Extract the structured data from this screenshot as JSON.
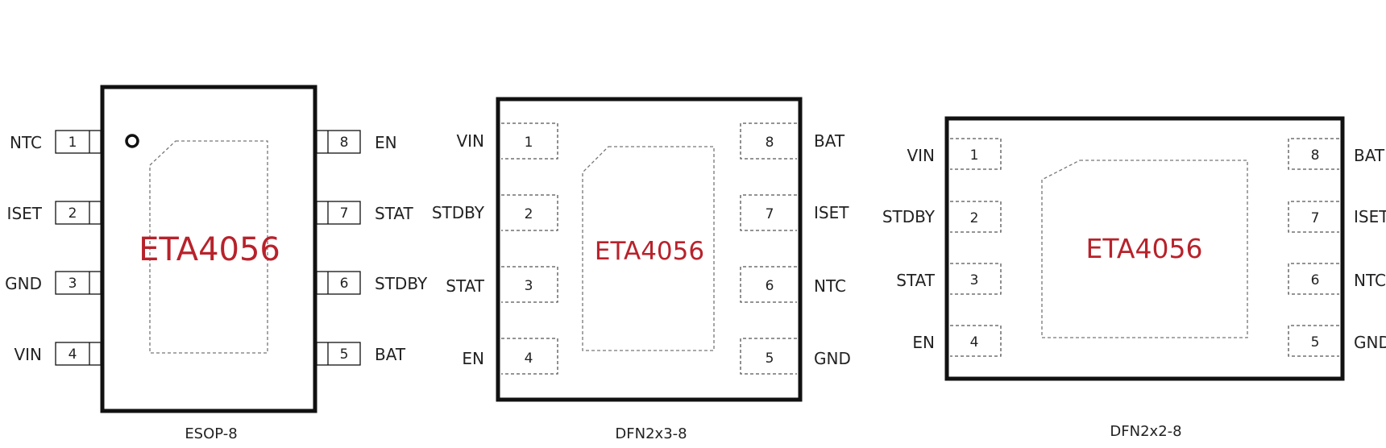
{
  "chip_name": "ETA4056",
  "colors": {
    "chip_name": "#b8222b",
    "outline": "#111111",
    "dashed": "#777777"
  },
  "packages": [
    {
      "label": "ESOP-8",
      "chip_name": "ETA4056",
      "left_pins": [
        {
          "num": "1",
          "name": "NTC"
        },
        {
          "num": "2",
          "name": "ISET"
        },
        {
          "num": "3",
          "name": "GND"
        },
        {
          "num": "4",
          "name": "VIN"
        }
      ],
      "right_pins": [
        {
          "num": "8",
          "name": "EN"
        },
        {
          "num": "7",
          "name": "STAT"
        },
        {
          "num": "6",
          "name": "STDBY"
        },
        {
          "num": "5",
          "name": "BAT"
        }
      ]
    },
    {
      "label": "DFN2x3-8",
      "chip_name": "ETA4056",
      "left_pins": [
        {
          "num": "1",
          "name": "VIN"
        },
        {
          "num": "2",
          "name": "STDBY"
        },
        {
          "num": "3",
          "name": "STAT"
        },
        {
          "num": "4",
          "name": "EN"
        }
      ],
      "right_pins": [
        {
          "num": "8",
          "name": "BAT"
        },
        {
          "num": "7",
          "name": "ISET"
        },
        {
          "num": "6",
          "name": "NTC"
        },
        {
          "num": "5",
          "name": "GND"
        }
      ]
    },
    {
      "label": "DFN2x2-8",
      "chip_name": "ETA4056",
      "left_pins": [
        {
          "num": "1",
          "name": "VIN"
        },
        {
          "num": "2",
          "name": "STDBY"
        },
        {
          "num": "3",
          "name": "STAT"
        },
        {
          "num": "4",
          "name": "EN"
        }
      ],
      "right_pins": [
        {
          "num": "8",
          "name": "BAT"
        },
        {
          "num": "7",
          "name": "ISET"
        },
        {
          "num": "6",
          "name": "NTC"
        },
        {
          "num": "5",
          "name": "GND"
        }
      ]
    }
  ]
}
